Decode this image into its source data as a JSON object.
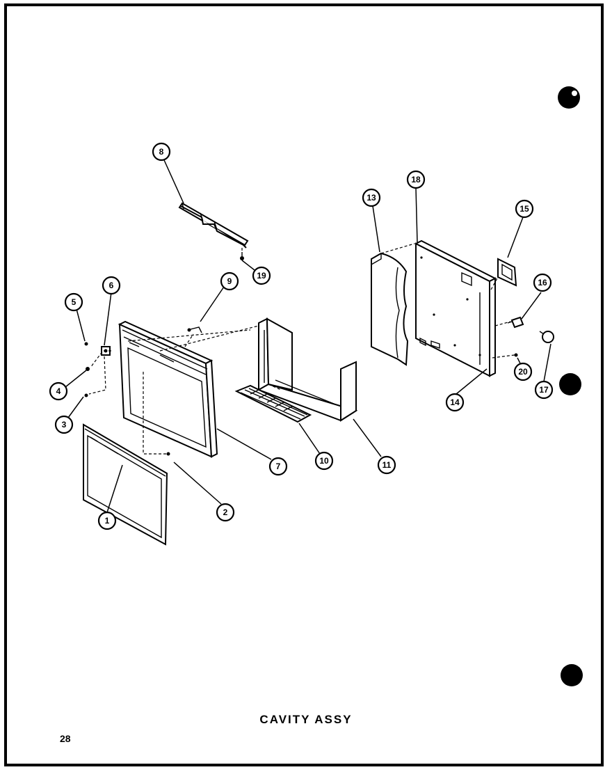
{
  "title": "CAVITY ASSY",
  "page_number": "28",
  "callouts": [
    {
      "id": "c1",
      "label": "1"
    },
    {
      "id": "c2",
      "label": "2"
    },
    {
      "id": "c3",
      "label": "3"
    },
    {
      "id": "c4",
      "label": "4"
    },
    {
      "id": "c5",
      "label": "5"
    },
    {
      "id": "c6",
      "label": "6"
    },
    {
      "id": "c7",
      "label": "7"
    },
    {
      "id": "c8",
      "label": "8"
    },
    {
      "id": "c9",
      "label": "9"
    },
    {
      "id": "c10",
      "label": "10"
    },
    {
      "id": "c11",
      "label": "11"
    },
    {
      "id": "c13",
      "label": "13"
    },
    {
      "id": "c14",
      "label": "14"
    },
    {
      "id": "c15",
      "label": "15"
    },
    {
      "id": "c16",
      "label": "16"
    },
    {
      "id": "c17",
      "label": "17"
    },
    {
      "id": "c18",
      "label": "18"
    },
    {
      "id": "c19",
      "label": "19"
    },
    {
      "id": "c20",
      "label": "20"
    }
  ]
}
